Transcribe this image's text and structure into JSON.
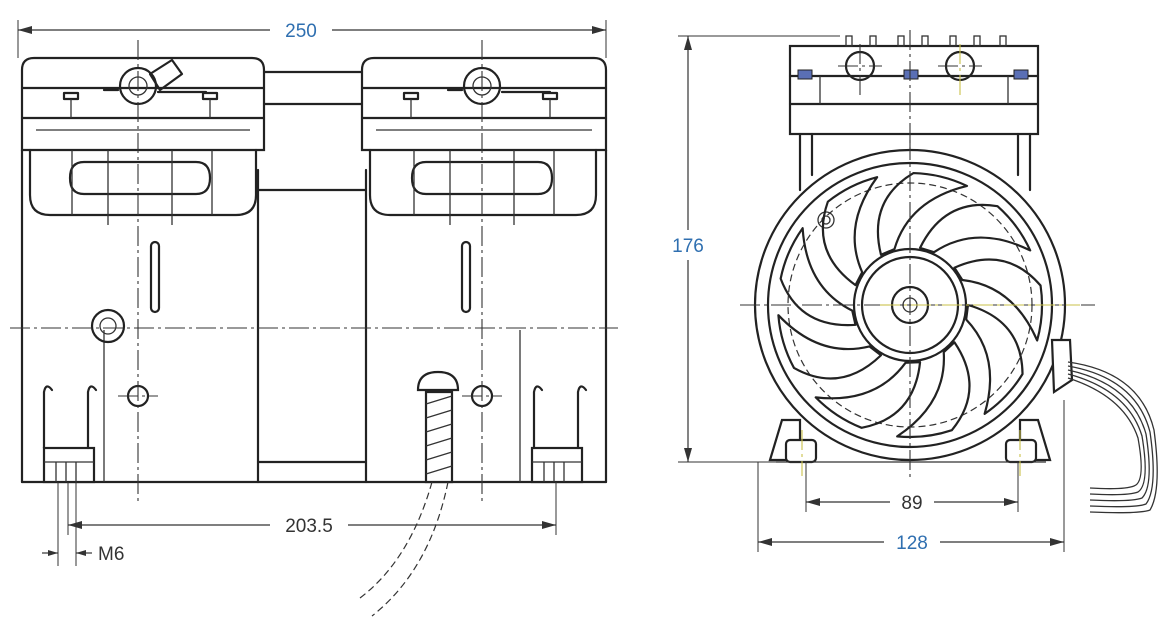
{
  "dimensions": {
    "overall_width": "250",
    "mount_spacing": "203.5",
    "thread": "M6",
    "overall_height": "176",
    "foot_spacing": "89",
    "side_width": "128"
  },
  "colors": {
    "dimension_text": "#2f6fb0",
    "secondary_text": "#333333",
    "line": "#222222"
  }
}
